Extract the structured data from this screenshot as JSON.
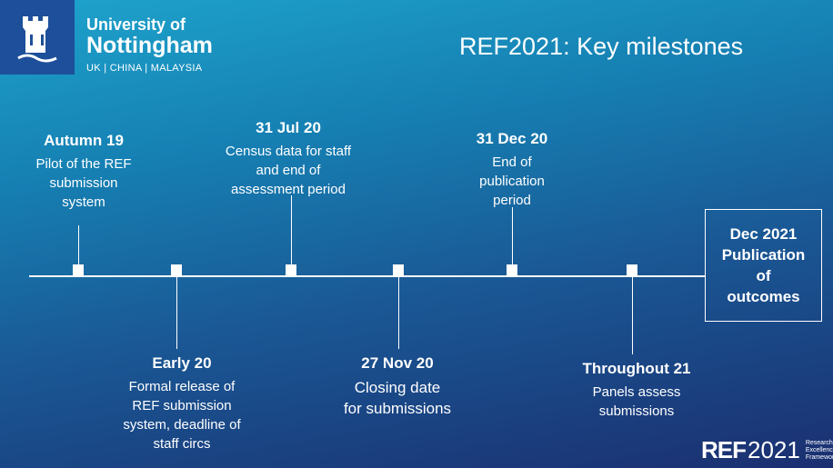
{
  "logo": {
    "line1": "University of",
    "line2": "Nottingham",
    "line3": "UK | CHINA | MALAYSIA"
  },
  "title": "REF2021: Key milestones",
  "milestones": [
    {
      "heading": "Autumn 19",
      "desc": [
        "Pilot of the REF",
        "submission",
        "system"
      ]
    },
    {
      "heading": "Early 20",
      "desc": [
        "Formal release of",
        "REF submission",
        "system, deadline of",
        "staff circs"
      ]
    },
    {
      "heading": "31 Jul 20",
      "desc": [
        "Census data for staff",
        "and end of",
        "assessment period"
      ]
    },
    {
      "heading": "27 Nov 20",
      "desc": [
        "Closing date",
        "for submissions"
      ]
    },
    {
      "heading": "31 Dec 20",
      "desc": [
        "End of",
        "publication",
        "period"
      ]
    },
    {
      "heading": "Throughout 21",
      "desc": [
        "Panels assess",
        "submissions"
      ]
    }
  ],
  "final": [
    "Dec 2021",
    "Publication",
    "of",
    "outcomes"
  ],
  "ref_logo": {
    "bold": "REF",
    "year": "2021",
    "sub": [
      "Research",
      "Excellence",
      "Framework"
    ]
  }
}
